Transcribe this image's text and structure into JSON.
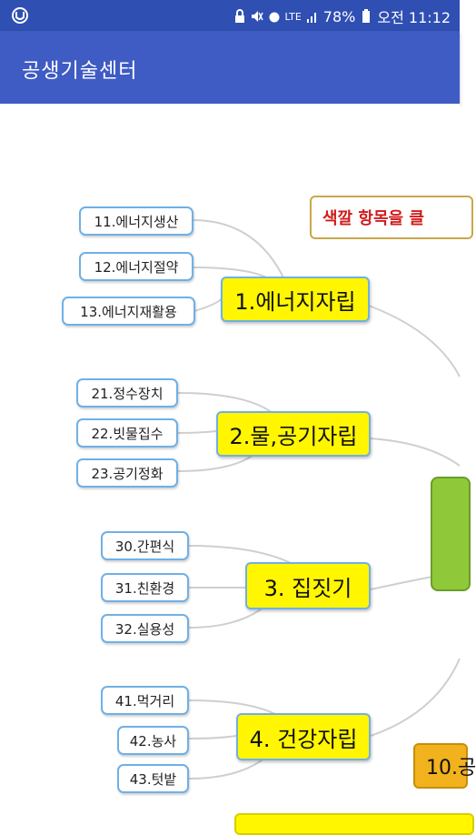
{
  "status_bar": {
    "battery": "78%",
    "network": "LTE",
    "time": "오전 11:12"
  },
  "app_bar": {
    "title": "공생기술센터"
  },
  "note": {
    "text": "색깔 항목을 클"
  },
  "groups": [
    {
      "label": "1.에너지자립",
      "items": [
        "11.에너지생산",
        "12.에너지절약",
        "13.에너지재활용"
      ]
    },
    {
      "label": "2.물,공기자립",
      "items": [
        "21.정수장치",
        "22.빗물집수",
        "23.공기정화"
      ]
    },
    {
      "label": "3. 집짓기",
      "items": [
        "30.간편식",
        "31.친환경",
        "32.실용성"
      ]
    },
    {
      "label": "4. 건강자립",
      "items": [
        "41.먹거리",
        "42.농사",
        "43.텃밭"
      ]
    }
  ],
  "side_node": {
    "label": "10.공"
  },
  "colors": {
    "status_bar": "#2f4fb3",
    "app_bar": "#3f5bc4",
    "node_yellow": "#fff600",
    "node_border": "#6fb0e6",
    "center_green": "#8fc93a",
    "orange": "#f2b21e",
    "note_text": "#d11b1b"
  }
}
